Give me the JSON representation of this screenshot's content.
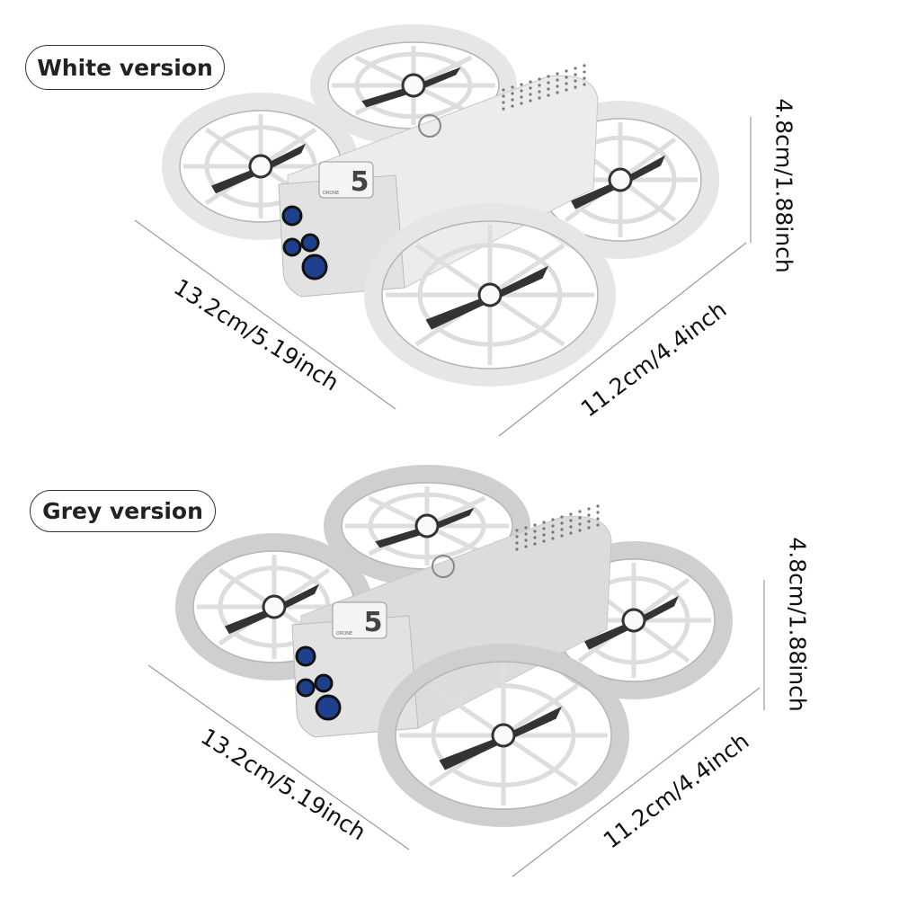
{
  "versions": [
    {
      "label": "White version",
      "length": "13.2cm/5.19inch",
      "width": "11.2cm/4.4inch",
      "height": "4.8cm/1.88inch",
      "ring_color": "#e6e6e6",
      "body_color": "#ececec"
    },
    {
      "label": "Grey version",
      "length": "13.2cm/5.19inch",
      "width": "11.2cm/4.4inch",
      "height": "4.8cm/1.88inch",
      "ring_color": "#cfcfd1",
      "body_color": "#dcdcdd"
    }
  ],
  "drone_logo": {
    "number": "5",
    "text": "DRONE"
  },
  "colors": {
    "line": "#999999",
    "lens": "#1f3f8f"
  }
}
